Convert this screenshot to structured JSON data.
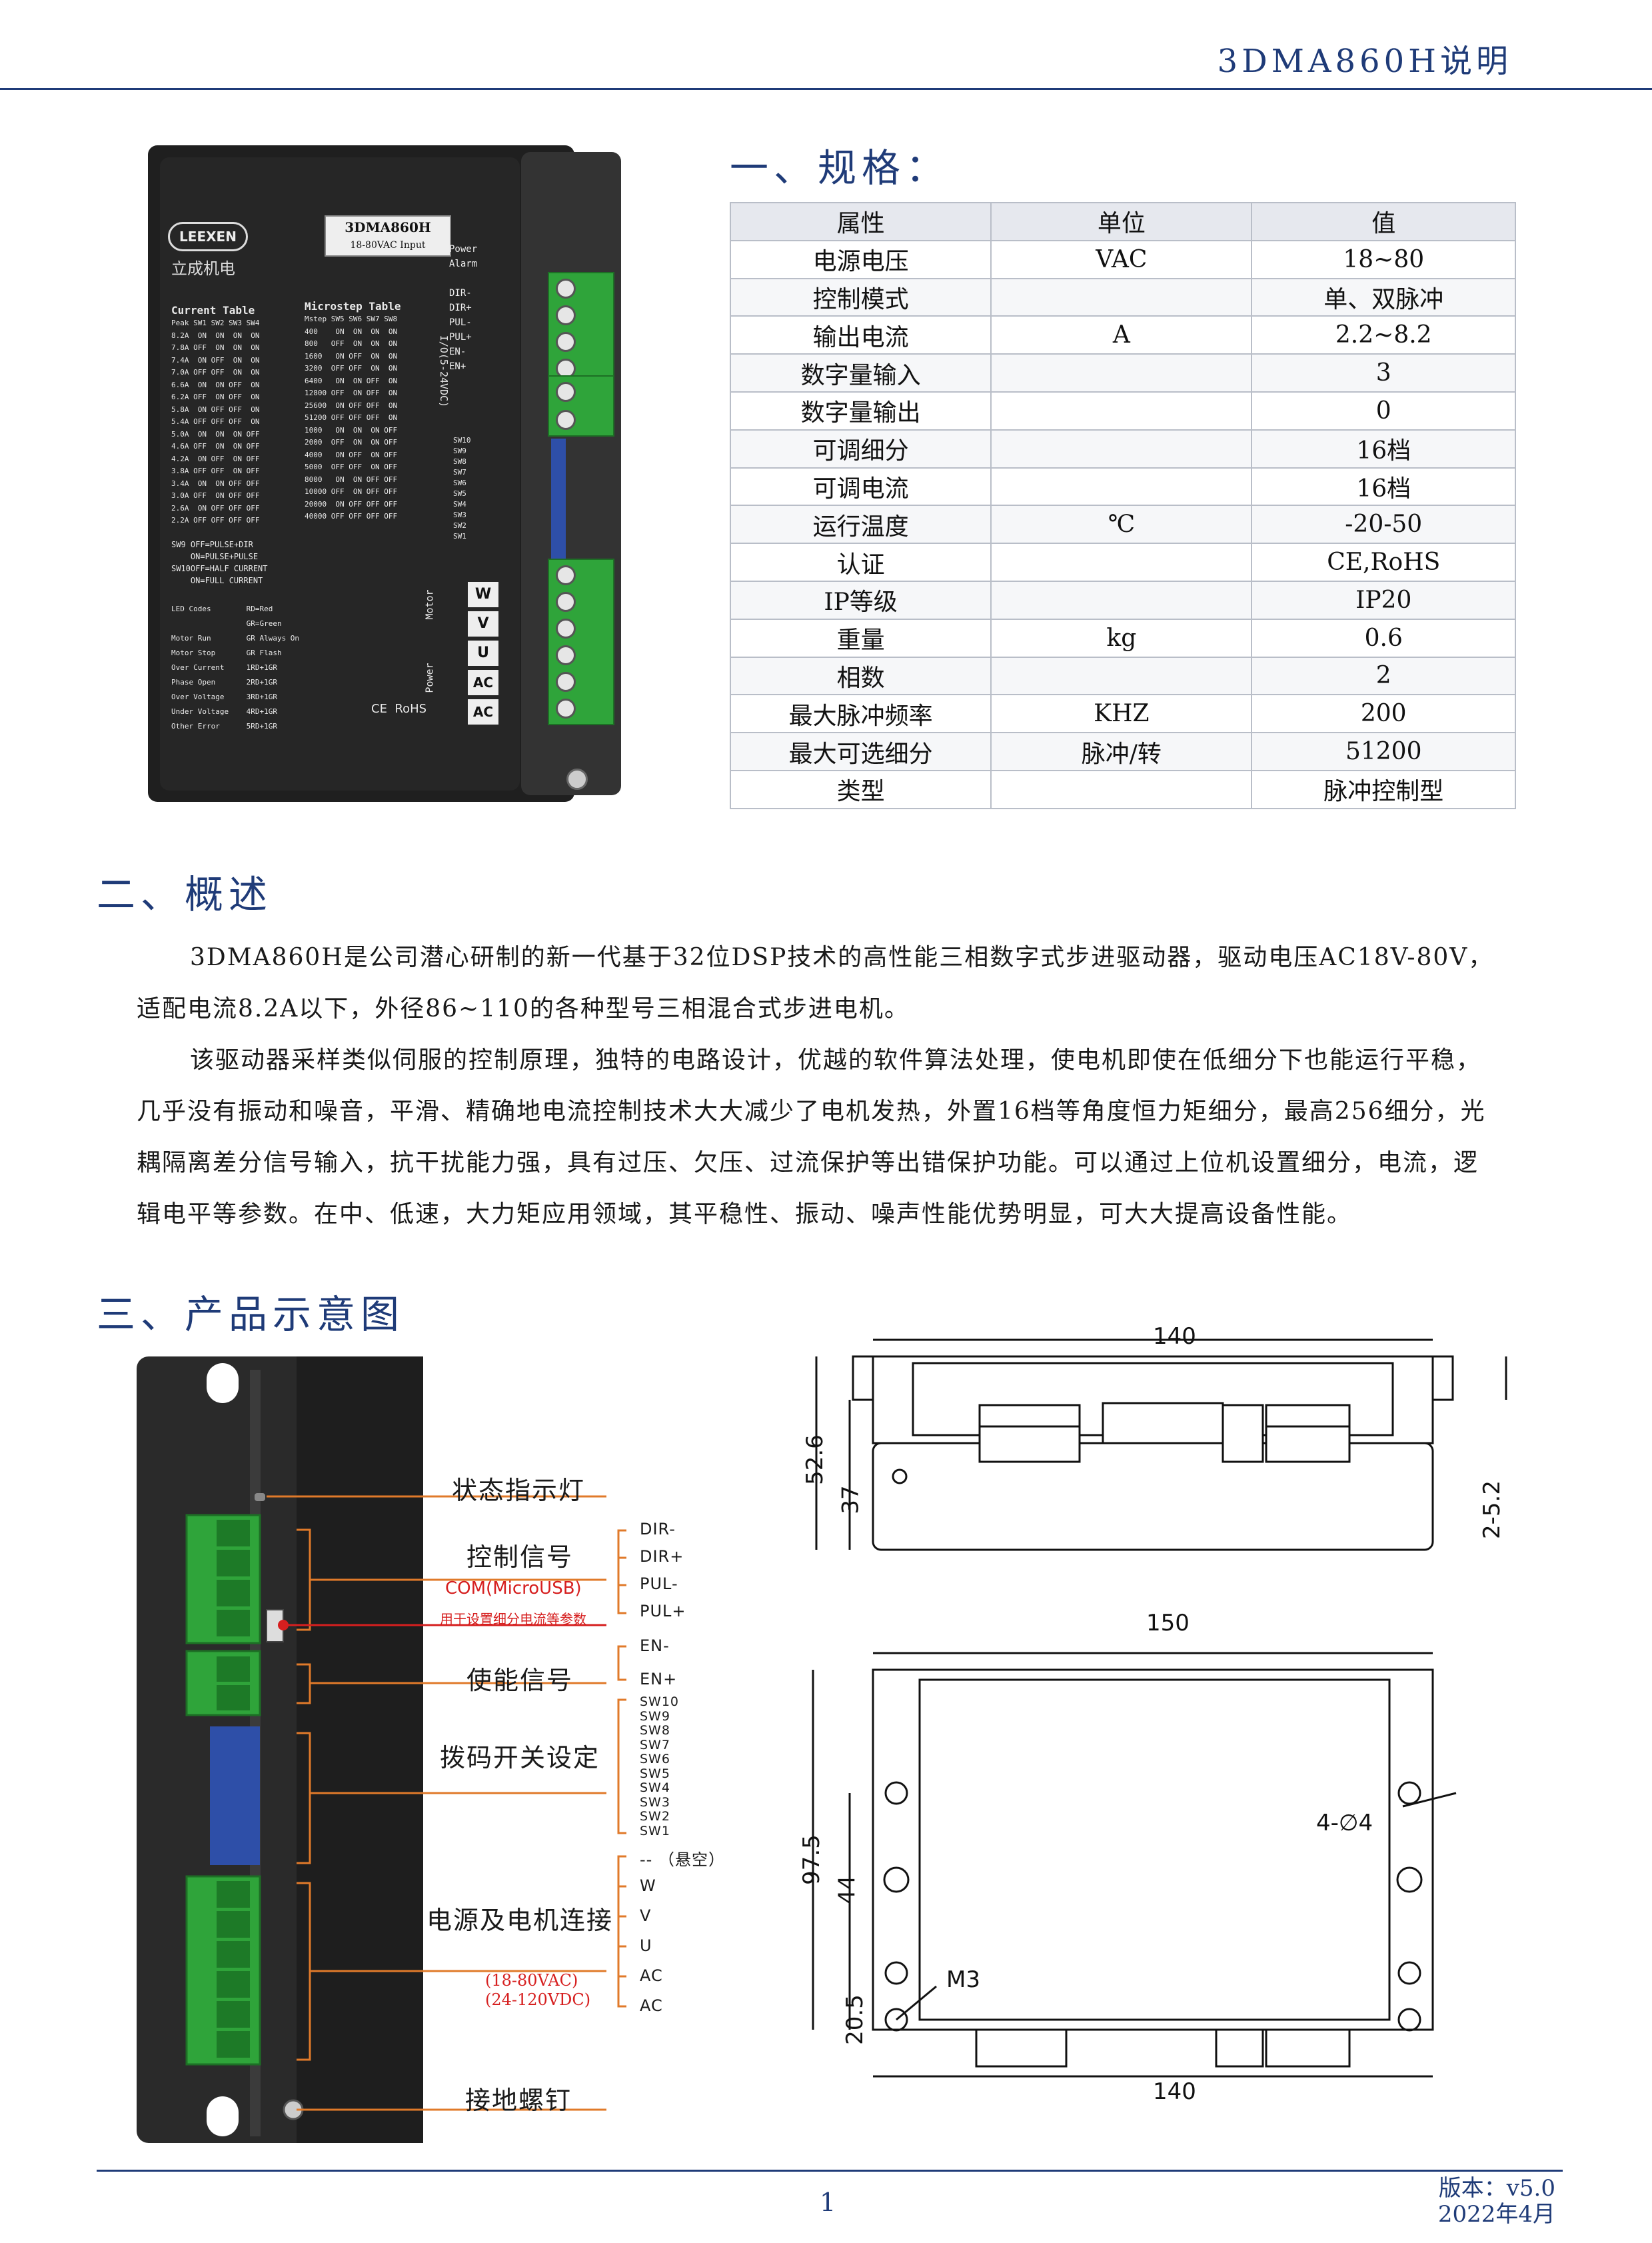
{
  "header": {
    "doc_title": "3DMA860H说明"
  },
  "sections": {
    "spec_heading": "一、规格：",
    "overview_heading": "二、概述",
    "diagram_heading": "三、产品示意图"
  },
  "spec_table": {
    "columns": [
      "属性",
      "单位",
      "值"
    ],
    "rows": [
      [
        "电源电压",
        "VAC",
        "18~80"
      ],
      [
        "控制模式",
        "",
        "单、双脉冲"
      ],
      [
        "输出电流",
        "A",
        "2.2~8.2"
      ],
      [
        "数字量输入",
        "",
        "3"
      ],
      [
        "数字量输出",
        "",
        "0"
      ],
      [
        "可调细分",
        "",
        "16档"
      ],
      [
        "可调电流",
        "",
        "16档"
      ],
      [
        "运行温度",
        "℃",
        "-20-50"
      ],
      [
        "认证",
        "",
        "CE,RoHS"
      ],
      [
        "IP等级",
        "",
        "IP20"
      ],
      [
        "重量",
        "kg",
        "0.6"
      ],
      [
        "相数",
        "",
        "2"
      ],
      [
        "最大脉冲频率",
        "KHZ",
        "200"
      ],
      [
        "最大可选细分",
        "脉冲/转",
        "51200"
      ],
      [
        "类型",
        "",
        "脉冲控制型"
      ]
    ]
  },
  "overview": {
    "para1": "3DMA860H是公司潜心研制的新一代基于32位DSP技术的高性能三相数字式步进驱动器，驱动电压AC18V-80V，适配电流8.2A以下，外径86~110的各种型号三相混合式步进电机。",
    "para2": "该驱动器采样类似伺服的控制原理，独特的电路设计，优越的软件算法处理，使电机即使在低细分下也能运行平稳，几乎没有振动和噪音，平滑、精确地电流控制技术大大减少了电机发热，外置16档等角度恒力矩细分，最高256细分，光耦隔离差分信号输入，抗干扰能力强，具有过压、欠压、过流保护等出错保护功能。可以通过上位机设置细分，电流，逻辑电平等参数。在中、低速，大力矩应用领域，其平稳性、振动、噪声性能优势明显，可大大提高设备性能。"
  },
  "photo": {
    "brand": "LEEXEN",
    "brand_cn": "立成机电",
    "model": "3DMA860H",
    "input_rating": "18-80VAC Input",
    "current_table_title": "Current Table",
    "microstep_table_title": "Microstep Table",
    "current_rows": "Peak SW1 SW2 SW3 SW4\n8.2A  ON  ON  ON  ON\n7.8A OFF  ON  ON  ON\n7.4A  ON OFF  ON  ON\n7.0A OFF OFF  ON  ON\n6.6A  ON  ON OFF  ON\n6.2A OFF  ON OFF  ON\n5.8A  ON OFF OFF  ON\n5.4A OFF OFF OFF  ON\n5.0A  ON  ON  ON OFF\n4.6A OFF  ON  ON OFF\n4.2A  ON OFF  ON OFF\n3.8A OFF OFF  ON OFF\n3.4A  ON  ON OFF OFF\n3.0A OFF  ON OFF OFF\n2.6A  ON OFF OFF OFF\n2.2A OFF OFF OFF OFF",
    "microstep_rows": "Mstep SW5 SW6 SW7 SW8\n400    ON  ON  ON  ON\n800   OFF  ON  ON  ON\n1600   ON OFF  ON  ON\n3200  OFF OFF  ON  ON\n6400   ON  ON OFF  ON\n12800 OFF  ON OFF  ON\n25600  ON OFF OFF  ON\n51200 OFF OFF OFF  ON\n1000   ON  ON  ON OFF\n2000  OFF  ON  ON OFF\n4000   ON OFF  ON OFF\n5000  OFF OFF  ON OFF\n8000   ON  ON OFF OFF\n10000 OFF  ON OFF OFF\n20000  ON OFF OFF OFF\n40000 OFF OFF OFF OFF",
    "sw_notes": "SW9 OFF=PULSE+DIR\n    ON=PULSE+PULSE\nSW10OFF=HALF CURRENT\n    ON=FULL CURRENT",
    "led_notes": "LED Codes        RD=Red\n                 GR=Green\nMotor Run        GR Always On\nMotor Stop       GR Flash\nOver Current     1RD+1GR\nPhase Open       2RD+1GR\nOver Voltage     3RD+1GR\nUnder Voltage    4RD+1GR\nOther Error      5RD+1GR",
    "side_labels": "Power\nAlarm\n\nDIR-\nDIR+\nPUL-\nPUL+\nEN-\nEN+",
    "io_label": "I/O(5-24VDC)",
    "sw_list": "SW10\nSW9\nSW8\nSW7\nSW6\nSW5\nSW4\nSW3\nSW2\nSW1",
    "motor_label": "Motor",
    "power_label": "Power",
    "motor_terms": [
      "W",
      "V",
      "U",
      "AC",
      "AC"
    ],
    "cert": "CE  RoHS"
  },
  "diagram": {
    "labels": {
      "status_led": "状态指示灯",
      "control_signal": "控制信号",
      "com": "COM(MicroUSB)",
      "com_note": "用于设置细分电流等参数",
      "enable_signal": "使能信号",
      "dip_switch": "拨码开关设定",
      "power_motor": "电源及电机连接",
      "power_range1": "(18-80VAC)",
      "power_range2": "(24-120VDC)",
      "ground_screw": "接地螺钉"
    },
    "control_pins": [
      "DIR-",
      "DIR+",
      "PUL-",
      "PUL+"
    ],
    "enable_pins": [
      "EN-",
      "EN+"
    ],
    "sw_pins": [
      "SW10",
      "SW9",
      "SW8",
      "SW7",
      "SW6",
      "SW5",
      "SW4",
      "SW3",
      "SW2",
      "SW1"
    ],
    "power_pins": [
      "-- （悬空）",
      "W",
      "V",
      "U",
      "AC",
      "AC"
    ]
  },
  "dimensions": {
    "top_width": "140",
    "height_total": "52.6",
    "height_body": "37",
    "flange": "2-5.2",
    "front_width": "150",
    "depth_total": "97.5",
    "hole_spacing": "44",
    "hole_offset": "20.5",
    "hole_label": "4-∅4",
    "screw_label": "M3",
    "bottom_width": "140"
  },
  "footer": {
    "page": "1",
    "version": "版本：v5.0",
    "date": "2022年4月"
  }
}
